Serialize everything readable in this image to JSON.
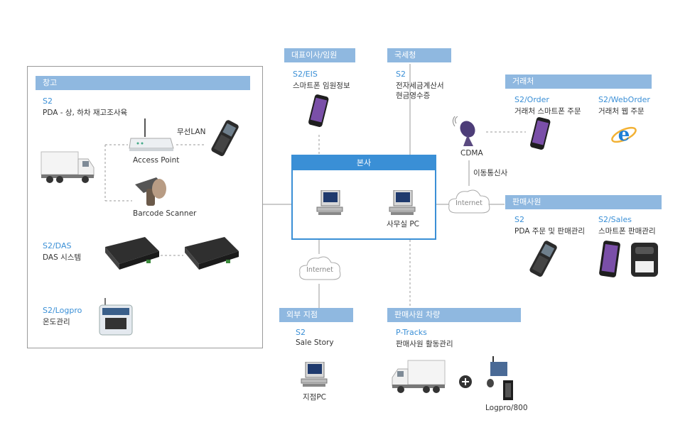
{
  "warehouse": {
    "header": "창고",
    "pda": {
      "product": "S2",
      "desc": "PDA - 상, 하차 재고조사육"
    },
    "wireless_lan": "무선LAN",
    "access_point": "Access Point",
    "barcode_scanner": "Barcode Scanner",
    "das": {
      "product": "S2/DAS",
      "desc": "DAS 시스템"
    },
    "logpro": {
      "product": "S2/Logpro",
      "desc": "온도관리"
    }
  },
  "ceo": {
    "header": "대표이사/임원",
    "product": "S2/EIS",
    "desc": "스마트폰 임원정보"
  },
  "nts": {
    "header": "국세청",
    "product": "S2",
    "desc1": "전자세금계산서",
    "desc2": "현금영수증"
  },
  "client": {
    "header": "거래처",
    "order": {
      "product": "S2/Order",
      "desc": "거래처 스마트폰 주문"
    },
    "weborder": {
      "product": "S2/WebOrder",
      "desc": "거래처 웹 주문"
    }
  },
  "cdma": "CDMA",
  "carrier": "이동통신사",
  "hq": {
    "header": "본사",
    "pc_label": "사무실 PC"
  },
  "internet": "Internet",
  "sales_staff": {
    "header": "판매사원",
    "pda": {
      "product": "S2",
      "desc": "PDA 주문 및 판매관리"
    },
    "sales": {
      "product": "S2/Sales",
      "desc": "스마트폰 판매관리"
    }
  },
  "branch": {
    "header": "외부 지점",
    "product": "S2",
    "desc": "Sale Story",
    "pc_label": "지점PC"
  },
  "sales_vehicle": {
    "header": "판매사원 차량",
    "product": "P-Tracks",
    "desc": "판매사원 활동관리",
    "logpro_label": "Logpro/800"
  },
  "colors": {
    "accent": "#3a8fd6",
    "header_bg": "#8fb8e0",
    "border": "#9a9a9a"
  }
}
